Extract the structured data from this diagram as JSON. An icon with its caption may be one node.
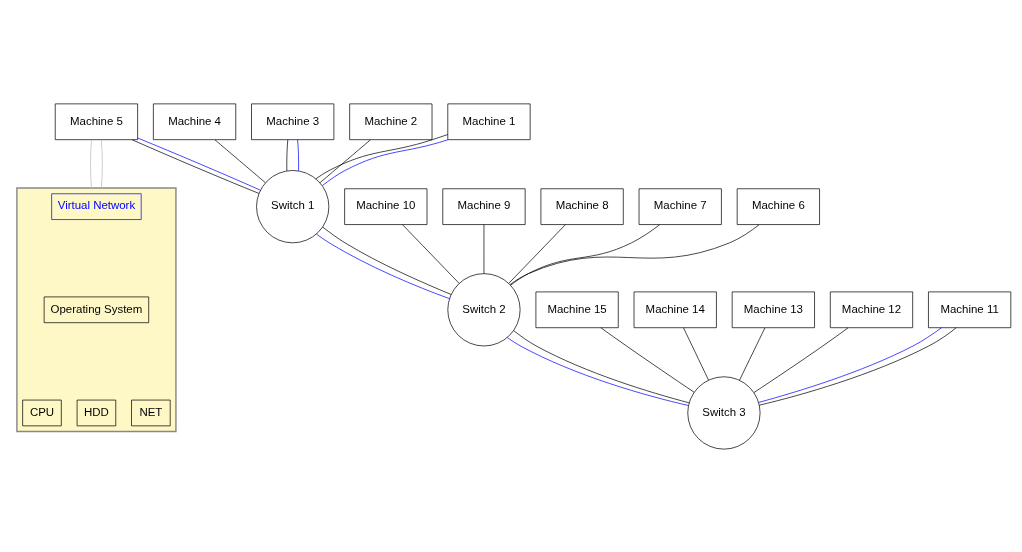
{
  "diagram": {
    "nodes": [
      {
        "text": [
          "Machine 5"
        ]
      },
      {
        "text": [
          "Machine 4"
        ]
      },
      {
        "text": [
          "Machine 3"
        ]
      },
      {
        "text": [
          "Machine 2"
        ]
      },
      {
        "text": [
          "Machine 1"
        ]
      },
      {
        "text": [],
        "shape": "box"
      },
      {
        "text": [
          "Virtual Network"
        ],
        "in": 5
      },
      {
        "text": [
          "Operating System"
        ],
        "in": 5
      },
      {
        "text": [
          "CPU"
        ],
        "in": 5
      },
      {
        "text": [
          "HDD"
        ],
        "in": 5
      },
      {
        "text": [
          "NET"
        ],
        "in": 5
      },
      {
        "text": [
          "Machine 10"
        ]
      },
      {
        "text": [
          "Machine 9"
        ]
      },
      {
        "text": [
          "Machine 8"
        ]
      },
      {
        "text": [
          "Machine 7"
        ]
      },
      {
        "text": [
          "Machine 6"
        ]
      },
      {
        "text": [
          "Machine 15"
        ]
      },
      {
        "text": [
          "Machine 14"
        ]
      },
      {
        "text": [
          "Machine 13"
        ]
      },
      {
        "text": [
          "Machine 12"
        ]
      },
      {
        "text": [
          "Machine 11"
        ]
      },
      {
        "text": [
          "Switch 1"
        ]
      },
      {
        "text": [
          "Switch 2"
        ]
      },
      {
        "text": [
          "Switch 3"
        ]
      }
    ],
    "edges": [
      {
        "from": 0,
        "to": 5,
        "arrow": "none",
        "color": "#bbbbbb"
      },
      {
        "from": 0,
        "to": 5,
        "arrow": "none",
        "color": "#bbbbbb"
      },
      {
        "from": 0,
        "to": 21,
        "arrow": "none"
      },
      {
        "from": 1,
        "to": 21,
        "arrow": "none"
      },
      {
        "from": 2,
        "to": 21,
        "arrow": "none"
      },
      {
        "from": 3,
        "to": 21,
        "arrow": "none"
      },
      {
        "from": 4,
        "to": 21,
        "arrow": "none"
      },
      {
        "from": 0,
        "to": 21,
        "arrow": "none",
        "color": "#0000ff"
      },
      {
        "from": 2,
        "to": 21,
        "arrow": "none",
        "color": "#0000ff"
      },
      {
        "from": 4,
        "to": 21,
        "arrow": "none",
        "color": "#0000ff"
      },
      {
        "from": 11,
        "to": 22,
        "arrow": "none"
      },
      {
        "from": 12,
        "to": 22,
        "arrow": "none"
      },
      {
        "from": 13,
        "to": 22,
        "arrow": "none"
      },
      {
        "from": 14,
        "to": 22,
        "arrow": "none"
      },
      {
        "from": 15,
        "to": 22,
        "arrow": "none"
      },
      {
        "from": 20,
        "to": 23,
        "arrow": "none",
        "color": "#0000ff"
      },
      {
        "from": 16,
        "to": 23,
        "arrow": "none"
      },
      {
        "from": 17,
        "to": 23,
        "arrow": "none"
      },
      {
        "from": 18,
        "to": 23,
        "arrow": "none"
      },
      {
        "from": 19,
        "to": 23,
        "arrow": "none"
      },
      {
        "from": 20,
        "to": 23,
        "arrow": "none"
      },
      {
        "from": 21,
        "to": 22,
        "arrow": "none",
        "color": "#0000ff"
      },
      {
        "from": 22,
        "to": 23,
        "arrow": "none",
        "color": "#0000ff"
      },
      {
        "from": 21,
        "to": 22,
        "arrow": "none"
      },
      {
        "from": 22,
        "to": 23,
        "arrow": "none"
      }
    ]
  }
}
